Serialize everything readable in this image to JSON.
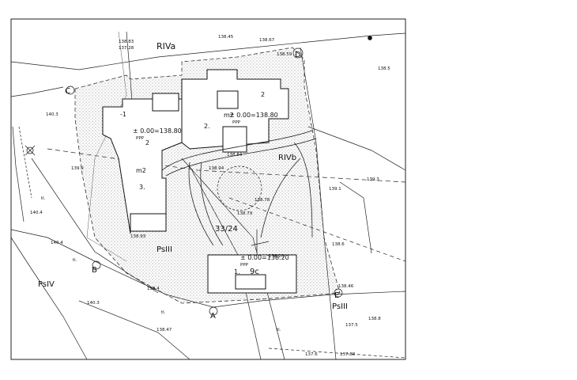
{
  "zones": {
    "riv_a_top": "RIVa",
    "riv_b_right": "RIVb",
    "ps_iii_mid": "PsIII",
    "ps_iii_right": "PsIII",
    "ps_iv": "PsIV"
  },
  "corners": {
    "A": "A",
    "B": "B",
    "C": "C",
    "D": "D",
    "E": "E"
  },
  "parcel": {
    "number": "33/24"
  },
  "buildings": [
    {
      "num": "1.",
      "label": "9c",
      "level": "± 0.00=138.20",
      "ref": "PPP"
    },
    {
      "num": "2.",
      "label": "m2",
      "level": "± 0.00=138.80",
      "ref": "PPP"
    },
    {
      "num": "3.",
      "label": "m2",
      "level": "± 0.00=138.80",
      "ref": "PPP"
    }
  ],
  "storeys": {
    "b2_left": "-1",
    "b2_right": "2",
    "b3_top": "2"
  },
  "spot_heights": {
    "h1": "138.83",
    "h2": "137.28",
    "h3": "138.45",
    "h4": "138.67",
    "h5": "138.59",
    "h6": "138.5",
    "h7": "138.84",
    "h8": "138.94",
    "h9": "138.79",
    "h10": "138.78",
    "h11": "138.20",
    "h12": "139.9",
    "h13": "140.3",
    "h14": "140.4",
    "h15": "140.4",
    "h16": "140.3",
    "h17": "139.3",
    "h18": "138.6",
    "h19": "138.46",
    "h20": "137.5",
    "h21": "138.8",
    "h22": "137.6",
    "h23": "137.88",
    "h24": "138.47",
    "h25": "138.4",
    "h26": "139.1",
    "h27": "138.93"
  },
  "misc": {
    "tree_1": "tl.",
    "tree_2": "tl.",
    "tree_3": "tl.",
    "tree_4": "tl."
  },
  "colors": {
    "line": "#111111",
    "hatch": "#6a6a6a",
    "frame": "#222222"
  }
}
